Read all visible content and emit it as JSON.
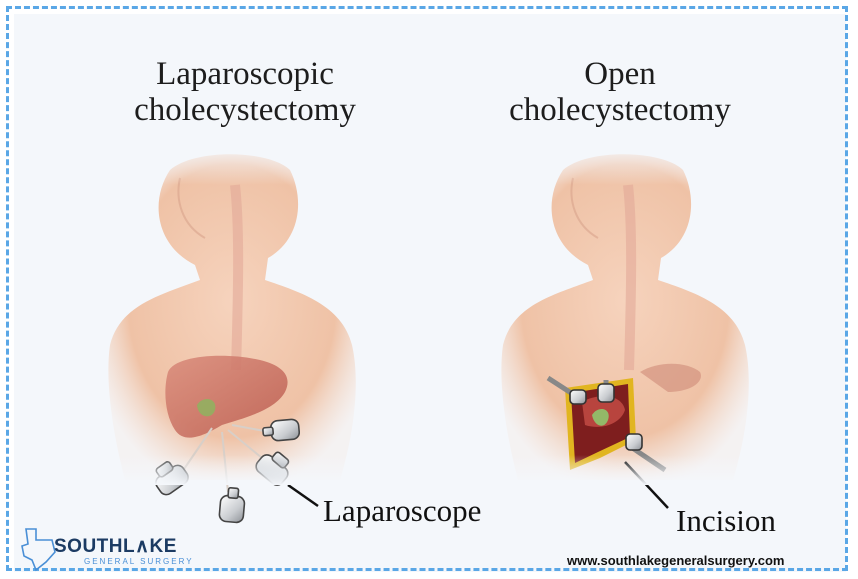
{
  "titles": {
    "left": [
      "Laparoscopic",
      "cholecystectomy"
    ],
    "right": [
      "Open",
      "cholecystectomy"
    ]
  },
  "labels": {
    "laparoscope": "Laparoscope",
    "incision": "Incision"
  },
  "logo": {
    "name": "SOUTHL∧KE",
    "subtitle": "GENERAL SURGERY"
  },
  "footer": {
    "url": "www.southlakegeneralsurgery.com"
  },
  "colors": {
    "frame": "#5aa7e6",
    "skin": "#f1c7ad",
    "liver": "#c56a5c",
    "gallbladder": "#7fa35a",
    "incision_edge": "#e1b520",
    "logo_navy": "#1c3b63",
    "logo_blue": "#4a8fd6"
  }
}
